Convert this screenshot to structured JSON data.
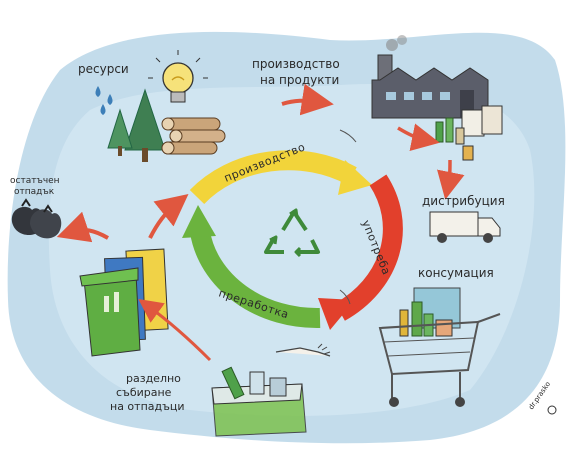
{
  "labels": {
    "resources": "ресурси",
    "production_line1": "производство",
    "production_line2": "на продукти",
    "residual_line1": "остатъчен",
    "residual_line2": "отпадък",
    "distribution": "дистрибуция",
    "consumption": "консумация",
    "separate_line1": "разделно",
    "separate_line2": "събиране",
    "separate_line3": "на отпадъци"
  },
  "cycle": {
    "segments": [
      {
        "label": "производство",
        "color": "#f2d43a"
      },
      {
        "label": "употреба",
        "color": "#e2402c"
      },
      {
        "label": "преработка",
        "color": "#6bb33e"
      }
    ],
    "center_symbol": "recycle",
    "center_color": "#3f8a3a"
  },
  "signature": "dr.prasko",
  "colors": {
    "background_blob": "#b9d6e8",
    "arrow_red": "#e0573f",
    "bin_green": "#5fae43",
    "bin_blue": "#3f79c2",
    "bin_yellow": "#f0d247"
  }
}
